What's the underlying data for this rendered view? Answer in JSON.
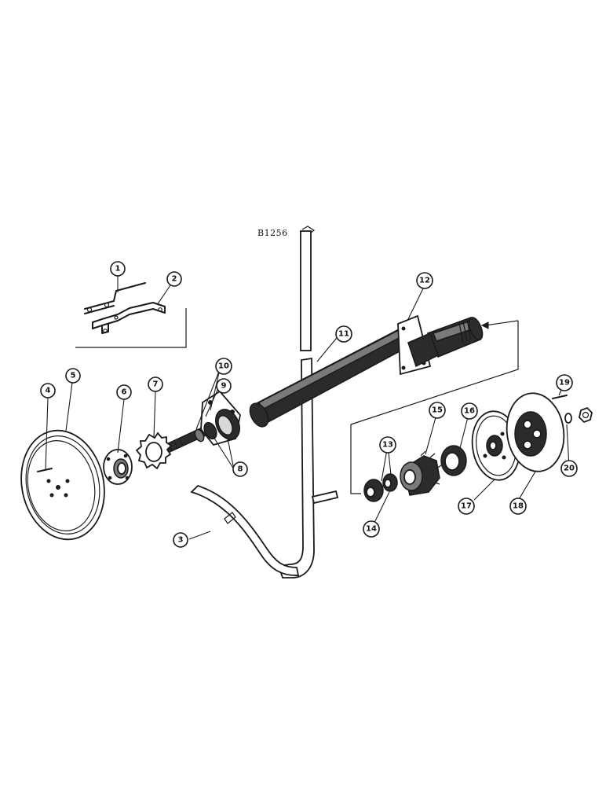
{
  "figure_ref": "B1256",
  "callouts": [
    "1",
    "2",
    "3",
    "4",
    "5",
    "6",
    "7",
    "8",
    "9",
    "10",
    "11",
    "12",
    "13",
    "14",
    "15",
    "16",
    "17",
    "18",
    "19",
    "20"
  ]
}
